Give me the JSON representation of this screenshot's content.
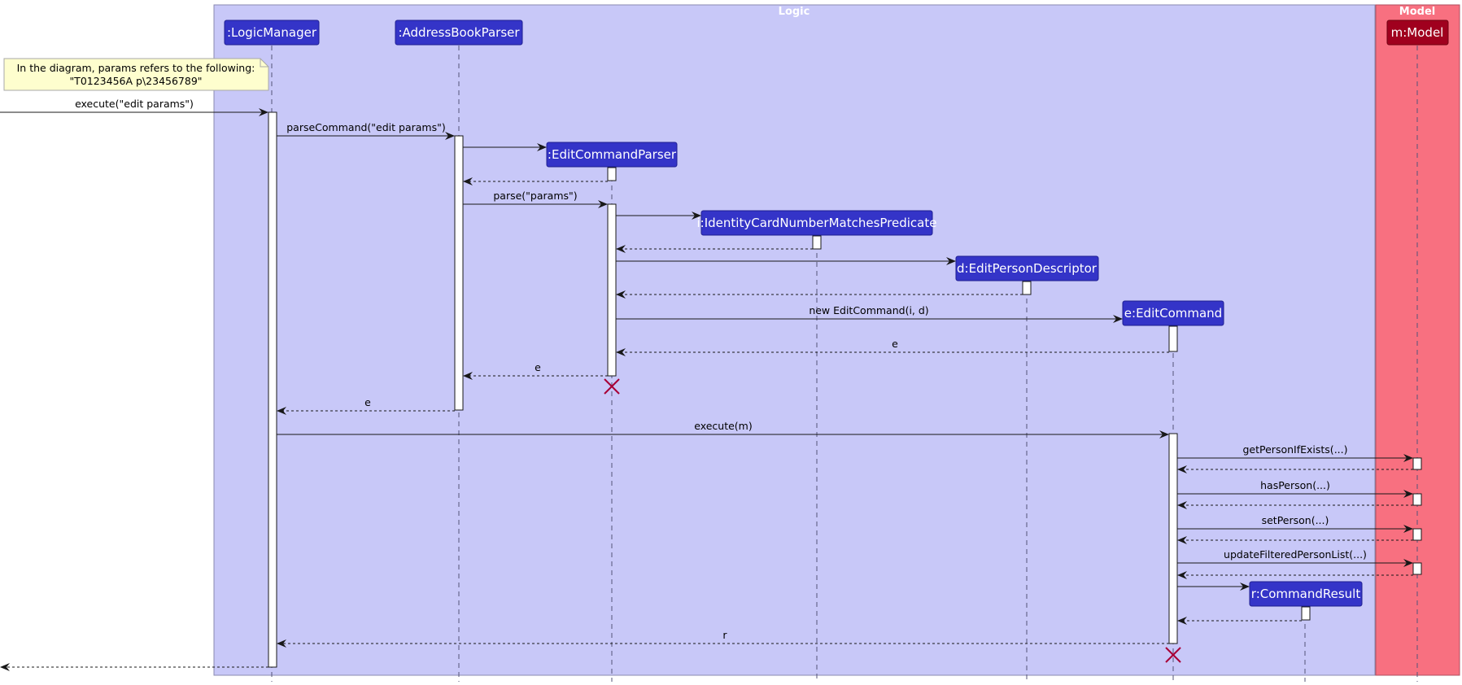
{
  "groups": {
    "logic": {
      "title": "Logic",
      "fill": "#c8c8f8",
      "border": "#8a8ab0"
    },
    "model": {
      "title": "Model",
      "fill": "#f87080",
      "border": "#b05060"
    }
  },
  "participants": [
    {
      "id": "lm",
      "label": ":LogicManager",
      "color": "#3434c8"
    },
    {
      "id": "abp",
      "label": ":AddressBookParser",
      "color": "#3434c8"
    },
    {
      "id": "ecp",
      "label": ":EditCommandParser",
      "color": "#3434c8"
    },
    {
      "id": "pred",
      "label": "i:IdentityCardNumberMatchesPredicate",
      "color": "#3434c8"
    },
    {
      "id": "epd",
      "label": "d:EditPersonDescriptor",
      "color": "#3434c8"
    },
    {
      "id": "ec",
      "label": "e:EditCommand",
      "color": "#3434c8"
    },
    {
      "id": "cr",
      "label": "r:CommandResult",
      "color": "#3434c8"
    },
    {
      "id": "model",
      "label": "m:Model",
      "color": "#a0001e"
    }
  ],
  "note": {
    "line1": "In the diagram, params refers to the following:",
    "line2": "\"T0123456A p\\23456789\""
  },
  "messages": [
    {
      "id": "m1",
      "label": "execute(\"edit params\")"
    },
    {
      "id": "m2",
      "label": "parseCommand(\"edit params\")"
    },
    {
      "id": "m3",
      "label": ""
    },
    {
      "id": "m4",
      "label": ""
    },
    {
      "id": "m5",
      "label": "parse(\"params\")"
    },
    {
      "id": "m6",
      "label": ""
    },
    {
      "id": "m7",
      "label": ""
    },
    {
      "id": "m8",
      "label": ""
    },
    {
      "id": "m9",
      "label": ""
    },
    {
      "id": "m10",
      "label": "new EditCommand(i, d)"
    },
    {
      "id": "m11",
      "label": "e"
    },
    {
      "id": "m12",
      "label": "e"
    },
    {
      "id": "m13",
      "label": "e"
    },
    {
      "id": "m14",
      "label": "execute(m)"
    },
    {
      "id": "m15",
      "label": "getPersonIfExists(...)"
    },
    {
      "id": "m16",
      "label": ""
    },
    {
      "id": "m17",
      "label": "hasPerson(...)"
    },
    {
      "id": "m18",
      "label": ""
    },
    {
      "id": "m19",
      "label": "setPerson(...)"
    },
    {
      "id": "m20",
      "label": ""
    },
    {
      "id": "m21",
      "label": "updateFilteredPersonList(...)"
    },
    {
      "id": "m22",
      "label": ""
    },
    {
      "id": "m23",
      "label": ""
    },
    {
      "id": "m24",
      "label": ""
    },
    {
      "id": "m25",
      "label": "r"
    },
    {
      "id": "m26",
      "label": ""
    }
  ],
  "colors": {
    "destroy": "#a80036",
    "note_fill": "#fefece",
    "note_border": "#a8a8a8",
    "activation_fill": "#ffffff",
    "arrow": "#181818"
  }
}
